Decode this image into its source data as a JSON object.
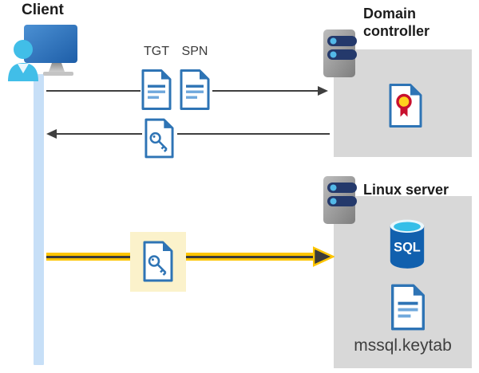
{
  "diagram": {
    "client": {
      "label": "Client",
      "icon": "client-user-monitor-icon"
    },
    "domain_controller": {
      "label": "Domain controller",
      "icon": "server-icon",
      "contents": [
        {
          "icon": "certificate-file-icon"
        }
      ]
    },
    "linux_server": {
      "label": "Linux server",
      "icon": "server-icon",
      "sql_icon_label": "SQL",
      "keytab_label": "mssql.keytab",
      "contents": [
        {
          "icon": "sql-database-icon"
        },
        {
          "icon": "document-icon"
        }
      ]
    },
    "flows": [
      {
        "name": "request-tickets",
        "from": "Client",
        "to": "Domain controller",
        "direction": "right",
        "style": "thin-gray-arrow",
        "ticket_labels": [
          "TGT",
          "SPN"
        ],
        "icons": [
          "document-icon",
          "document-icon"
        ]
      },
      {
        "name": "return-ticket",
        "from": "Domain controller",
        "to": "Client",
        "direction": "left",
        "style": "thin-gray-arrow",
        "icons": [
          "key-file-icon"
        ]
      },
      {
        "name": "present-ticket",
        "from": "Client",
        "to": "Linux server",
        "direction": "right",
        "style": "bold-yellow-arrow-highlighted",
        "icons": [
          "key-file-icon"
        ]
      }
    ]
  },
  "colors": {
    "doc_blue": "#2e74b5",
    "doc_line_light": "#6fa8dc",
    "arrow_gray": "#3f3f3f",
    "flow_yellow": "#fec500",
    "highlight_yellow": "#fbf2cb",
    "panel_gray": "#d8d8d8",
    "client_line_blue": "#c7dff7",
    "server_pill_navy": "#24396b",
    "server_dot_blue": "#53b9e8",
    "cert_red": "#c8102e",
    "cert_yellow": "#ffd21e",
    "sql_body_blue": "#1160ae",
    "sql_top_cyan": "#35bee8",
    "person_cyan": "#41bee8"
  }
}
